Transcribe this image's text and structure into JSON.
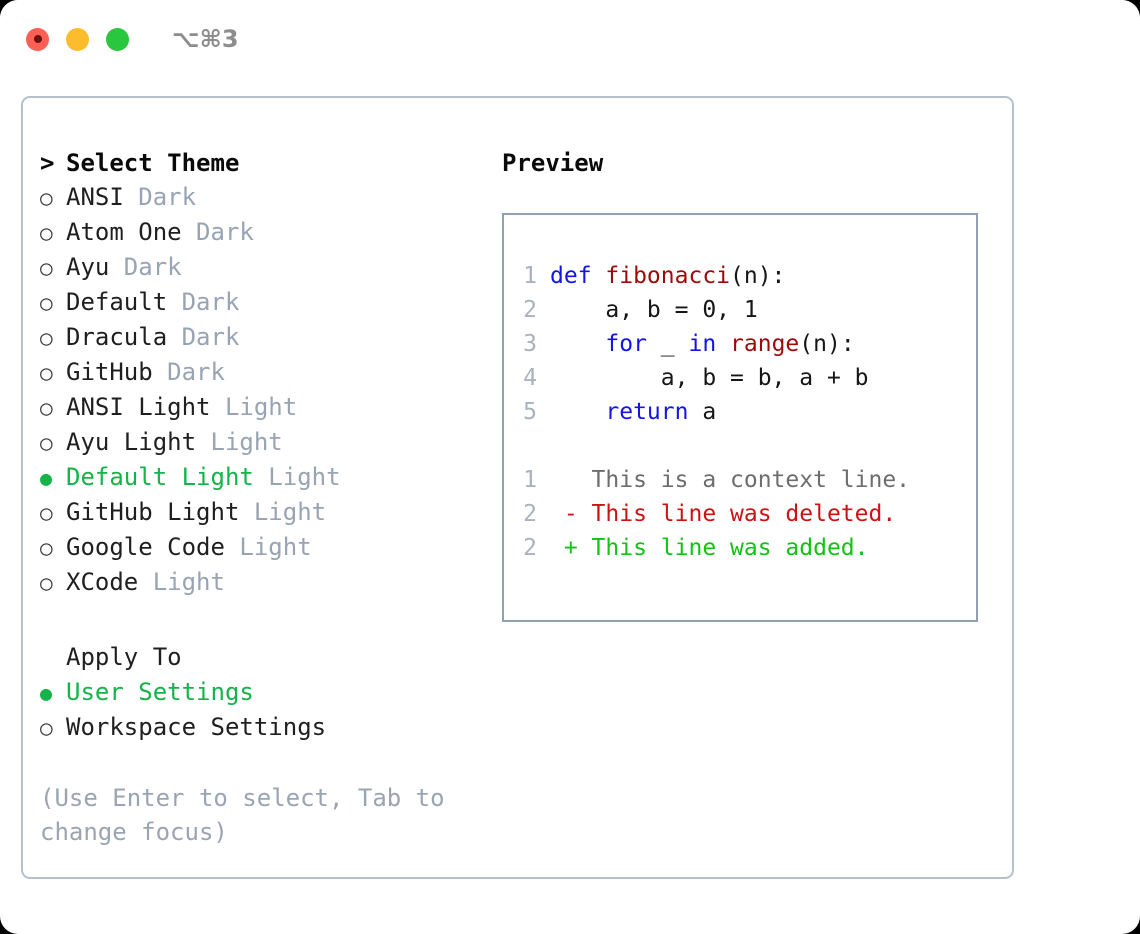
{
  "titlebar": {
    "shortcut": "⌥⌘3",
    "buttons": {
      "close": "close",
      "minimize": "minimize",
      "maximize": "maximize"
    }
  },
  "theme_picker": {
    "heading": "Select Theme",
    "heading_marker": ">",
    "bullet_unselected": "○",
    "bullet_selected": "●",
    "items": [
      {
        "name": "ANSI",
        "suffix": "Dark",
        "selected": false
      },
      {
        "name": "Atom One",
        "suffix": "Dark",
        "selected": false
      },
      {
        "name": "Ayu",
        "suffix": "Dark",
        "selected": false
      },
      {
        "name": "Default",
        "suffix": "Dark",
        "selected": false
      },
      {
        "name": "Dracula",
        "suffix": "Dark",
        "selected": false
      },
      {
        "name": "GitHub",
        "suffix": "Dark",
        "selected": false
      },
      {
        "name": "ANSI Light",
        "suffix": "Light",
        "selected": false
      },
      {
        "name": "Ayu Light",
        "suffix": "Light",
        "selected": false
      },
      {
        "name": "Default Light",
        "suffix": "Light",
        "selected": true
      },
      {
        "name": "GitHub Light",
        "suffix": "Light",
        "selected": false
      },
      {
        "name": "Google Code",
        "suffix": "Light",
        "selected": false
      },
      {
        "name": "XCode",
        "suffix": "Light",
        "selected": false
      }
    ]
  },
  "apply_to": {
    "heading": "Apply To",
    "items": [
      {
        "name": "User Settings",
        "selected": true
      },
      {
        "name": "Workspace Settings",
        "selected": false
      }
    ]
  },
  "hint": "(Use Enter to select, Tab to change focus)",
  "preview": {
    "title": "Preview",
    "code_lines": [
      {
        "num": "1",
        "tokens": [
          {
            "t": "def ",
            "c": "kw"
          },
          {
            "t": "fibonacci",
            "c": "fn"
          },
          {
            "t": "(n):",
            "c": "pl"
          }
        ]
      },
      {
        "num": "2",
        "tokens": [
          {
            "t": "    a, b = 0, 1",
            "c": "pl"
          }
        ]
      },
      {
        "num": "3",
        "tokens": [
          {
            "t": "    ",
            "c": "pl"
          },
          {
            "t": "for",
            "c": "kw"
          },
          {
            "t": " _ ",
            "c": "pl"
          },
          {
            "t": "in",
            "c": "kw"
          },
          {
            "t": " ",
            "c": "pl"
          },
          {
            "t": "range",
            "c": "fn"
          },
          {
            "t": "(n):",
            "c": "pl"
          }
        ]
      },
      {
        "num": "4",
        "tokens": [
          {
            "t": "        a, b = b, a + b",
            "c": "pl"
          }
        ]
      },
      {
        "num": "5",
        "tokens": [
          {
            "t": "    ",
            "c": "pl"
          },
          {
            "t": "return",
            "c": "kw"
          },
          {
            "t": " a",
            "c": "pl"
          }
        ]
      }
    ],
    "diff_lines": [
      {
        "num": "1",
        "marker": " ",
        "text": "This is a context line.",
        "kind": "ctx"
      },
      {
        "num": "2",
        "marker": "-",
        "text": "This line was deleted.",
        "kind": "del"
      },
      {
        "num": "2",
        "marker": "+",
        "text": "This line was added.",
        "kind": "add"
      }
    ]
  },
  "colors": {
    "accent_green": "#15b34a",
    "muted_gray": "#98a3b3",
    "border": "#b6c0cd",
    "preview_border": "#92a0b3",
    "keyword_blue": "#1414e8",
    "function_red": "#9c0a0a",
    "diff_delete": "#cc1313",
    "diff_add": "#11c314",
    "light_red": "#fb6057",
    "light_yellow": "#fdbc2e",
    "light_green": "#29c63f"
  }
}
